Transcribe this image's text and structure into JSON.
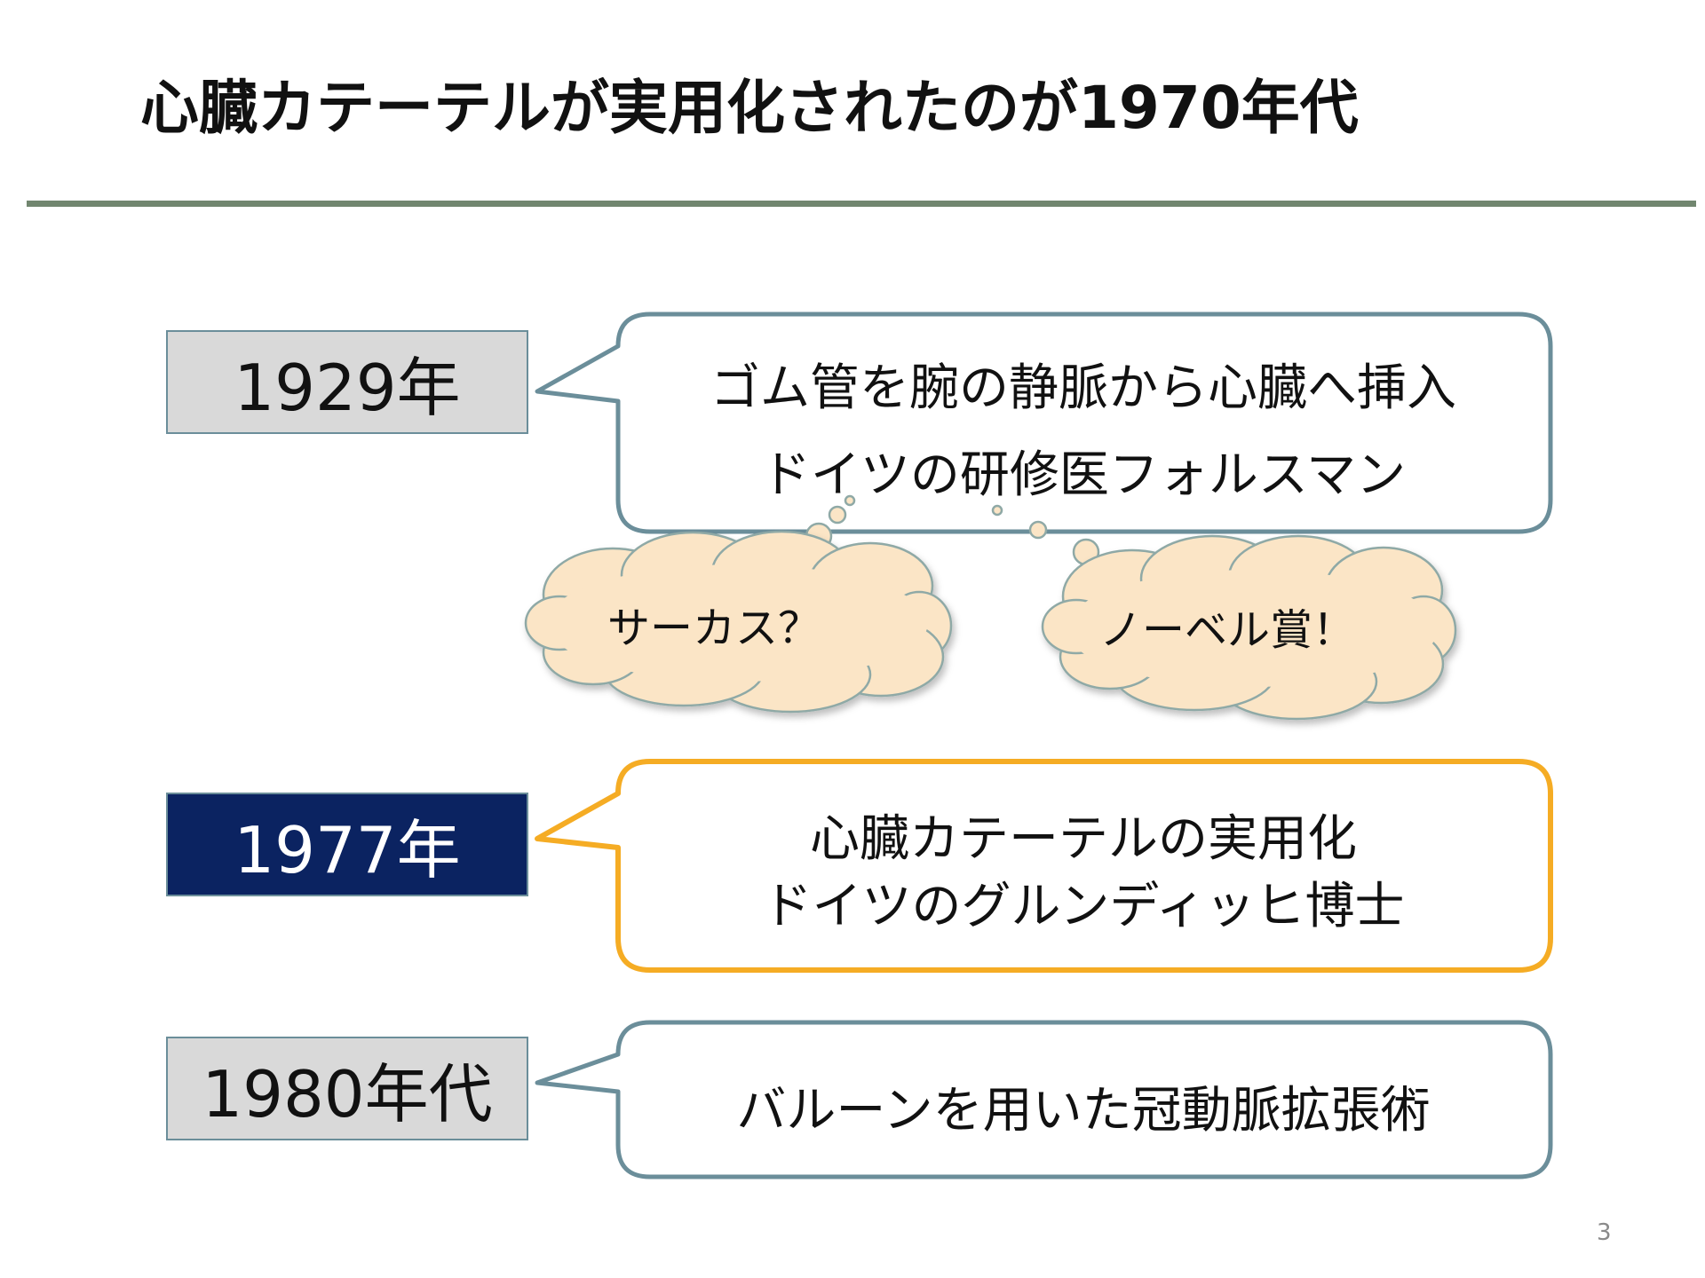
{
  "slide": {
    "title": "心臓カテーテルが実用化されたのが1970年代",
    "page_number": "3"
  },
  "timeline": [
    {
      "year": "1929年",
      "year_style": "gray",
      "lines": [
        "ゴム管を腕の静脈から心臓へ挿入",
        "ドイツの研修医フォルスマン"
      ],
      "bubble_border": "#6b8e9a"
    },
    {
      "year": "1977年",
      "year_style": "navy",
      "lines": [
        "心臓カテーテルの実用化",
        "ドイツのグルンディッヒ博士"
      ],
      "bubble_border": "#f5ac24"
    },
    {
      "year": "1980年代",
      "year_style": "gray",
      "lines": [
        "バルーンを用いた冠動脈拡張術"
      ],
      "bubble_border": "#6b8e9a"
    }
  ],
  "thoughts": [
    {
      "text": "サーカス？"
    },
    {
      "text": "ノーベル賞！"
    }
  ],
  "colors": {
    "title_rule": "#71866f",
    "year_gray": "#d9d9d9",
    "year_navy": "#0b2361",
    "bubble_gray_border": "#6b8e9a",
    "bubble_orange_border": "#f5ac24",
    "cloud_fill": "#fbe5c6",
    "cloud_border": "#8fa9a6"
  }
}
